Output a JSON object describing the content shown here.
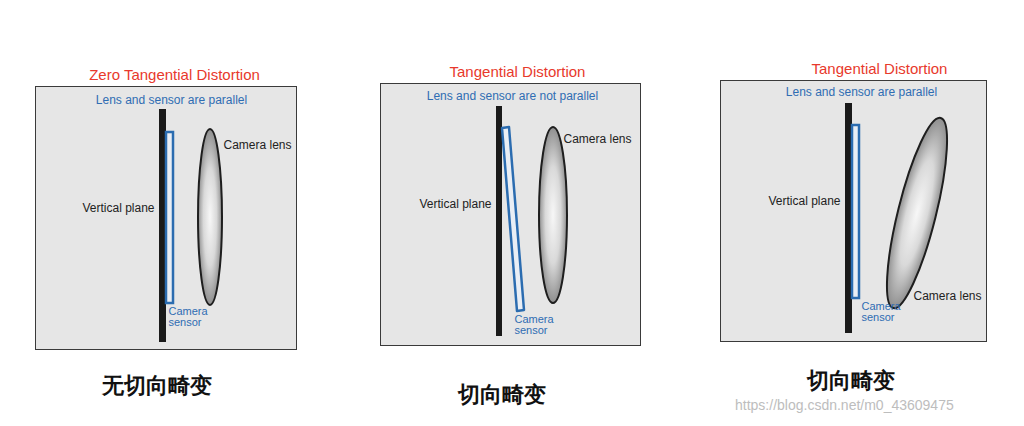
{
  "diagram": {
    "nodes": [
      {
        "text": [
          "Zero Tangential Distortion",
          "Lens and sensor are parallel",
          "Vertical plane",
          "Camera lens",
          "Camera sensor"
        ]
      },
      {
        "text": [
          "Tangential Distortion",
          "Lens and sensor are not parallel",
          "Vertical plane",
          "Camera lens",
          "Camera sensor"
        ]
      },
      {
        "text": [
          "Tangential Distortion",
          "Lens and sensor are parallel",
          "Vertical plane",
          "Camera lens",
          "Camera sensor"
        ]
      }
    ],
    "labels": [
      "无切向畸变",
      "切向畸变",
      "切向畸变",
      "https://blog.csdn.net/m0_43609475"
    ]
  }
}
